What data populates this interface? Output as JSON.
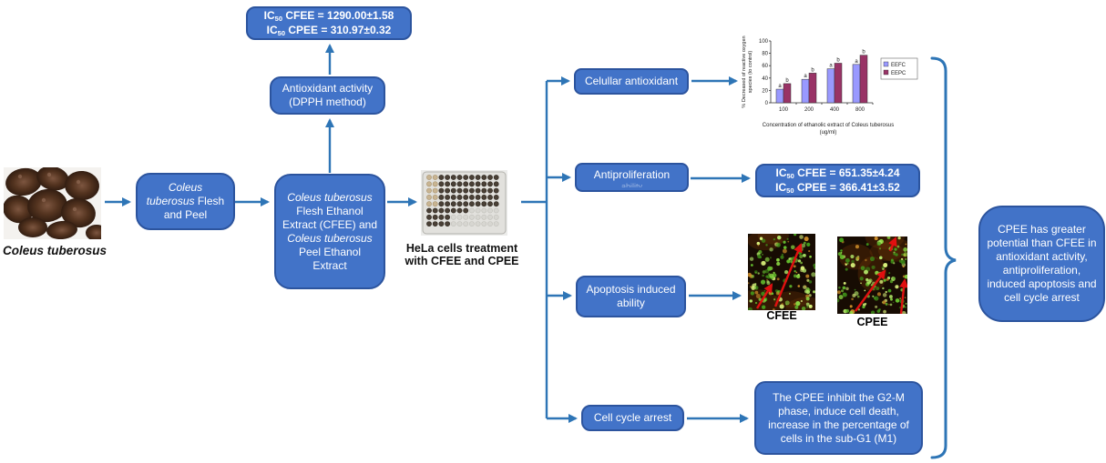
{
  "colors": {
    "box_fill": "#4273C8",
    "box_border": "#2C549E",
    "arrow": "#2E75B6",
    "text_on_box": "#FFFFFF",
    "caption_text": "#111111",
    "apoptosis_arrow": "#E01010"
  },
  "source": {
    "photo_caption": "Coleus tuberosus"
  },
  "flow": {
    "flesh_peel_box": {
      "italic": "Coleus tuberosus",
      "rest": "Flesh and Peel"
    },
    "extract_box": {
      "italic1": "Coleus tuberosus",
      "text1": " Flesh Ethanol Extract (CFEE) and ",
      "italic2": "Coleus tuberosus",
      "text2": " Peel Ethanol Extract"
    },
    "antioxidant_box": {
      "line1": "Antioxidant activity",
      "line2": "(DPPH method)"
    },
    "dpph_ic50_box": {
      "ic": "IC",
      "sub": "50",
      "cfee_rest": " CFEE = 1290.00±1.58",
      "cpee_rest": " CPEE = 310.97±0.32"
    },
    "hela_caption": {
      "line1": "HeLa cells treatment",
      "line2": "with CFEE and CPEE"
    }
  },
  "branches": {
    "cellular_antioxidant": "Celullar antioxidant",
    "antiproliferation": "Antiproliferation",
    "antiproliferation_faint": "ability",
    "apoptosis": "Apoptosis induced ability",
    "cell_cycle": "Cell cycle arrest"
  },
  "results": {
    "hela_ic50_box": {
      "ic": "IC",
      "sub": "50",
      "cfee_rest": " CFEE = 651.35±4.24",
      "cpee_rest": " CPEE = 366.41±3.52"
    },
    "apoptosis_labels": {
      "cfee": "CFEE",
      "cpee": "CPEE"
    },
    "cell_cycle_box": "The CPEE inhibit the G2-M phase, induce cell death, increase in the percentage of cells in the sub-G1 (M1)",
    "conclusion_box": "CPEE has greater potential than CFEE in antioxidant activity, antiproliferation, induced apoptosis and cell cycle arrest"
  },
  "chart_data": {
    "type": "bar",
    "categories": [
      "100",
      "200",
      "400",
      "800"
    ],
    "series": [
      {
        "name": "EEFC",
        "color": "#9999FF",
        "values": [
          22,
          38,
          55,
          62
        ],
        "point_labels": [
          "a",
          "a",
          "a",
          "a"
        ]
      },
      {
        "name": "EEPC",
        "color": "#993366",
        "values": [
          31,
          48,
          64,
          77
        ],
        "point_labels": [
          "b",
          "b",
          "b",
          "b"
        ]
      }
    ],
    "ylabel": "% Decreased of reactive oxygen species (to control)",
    "xlabel": "Concentration of ethanolic extract of Coleus tuberosus (ug/ml)",
    "ylim": [
      0,
      100
    ],
    "yticks": [
      0,
      20,
      40,
      60,
      80,
      100
    ],
    "legend_position": "right",
    "grid": false
  }
}
